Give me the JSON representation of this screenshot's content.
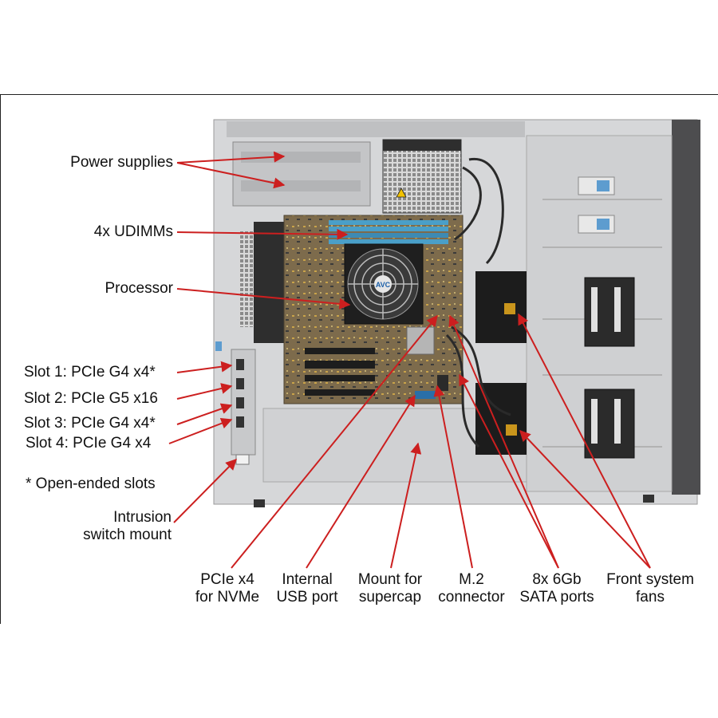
{
  "left_labels": {
    "power_supplies": "Power supplies",
    "udimms": "4x UDIMMs",
    "processor": "Processor",
    "slot1": "Slot 1: PCIe G4 x4*",
    "slot2": "Slot 2: PCIe G5 x16",
    "slot3": "Slot 3: PCIe G4 x4*",
    "slot4": "Slot 4: PCIe G4 x4",
    "open_ended_note": "* Open-ended slots",
    "intrusion_line1": "Intrusion",
    "intrusion_line2": "switch mount"
  },
  "bottom_labels": {
    "pcie_nvme_line1": "PCIe x4",
    "pcie_nvme_line2": "for NVMe",
    "usb_line1": "Internal",
    "usb_line2": "USB port",
    "supercap_line1": "Mount for",
    "supercap_line2": "supercap",
    "m2_line1": "M.2",
    "m2_line2": "connector",
    "sata_line1": "8x 6Gb",
    "sata_line2": "SATA ports",
    "fans_line1": "Front system",
    "fans_line2": "fans"
  },
  "fan_badge": "AVC",
  "colors": {
    "callout": "#cc1f1f",
    "chassis": "#cfd0d2",
    "chassis_dark": "#5a5a5c",
    "board": "#7a6a4a",
    "dimm": "#4a9fc8"
  }
}
